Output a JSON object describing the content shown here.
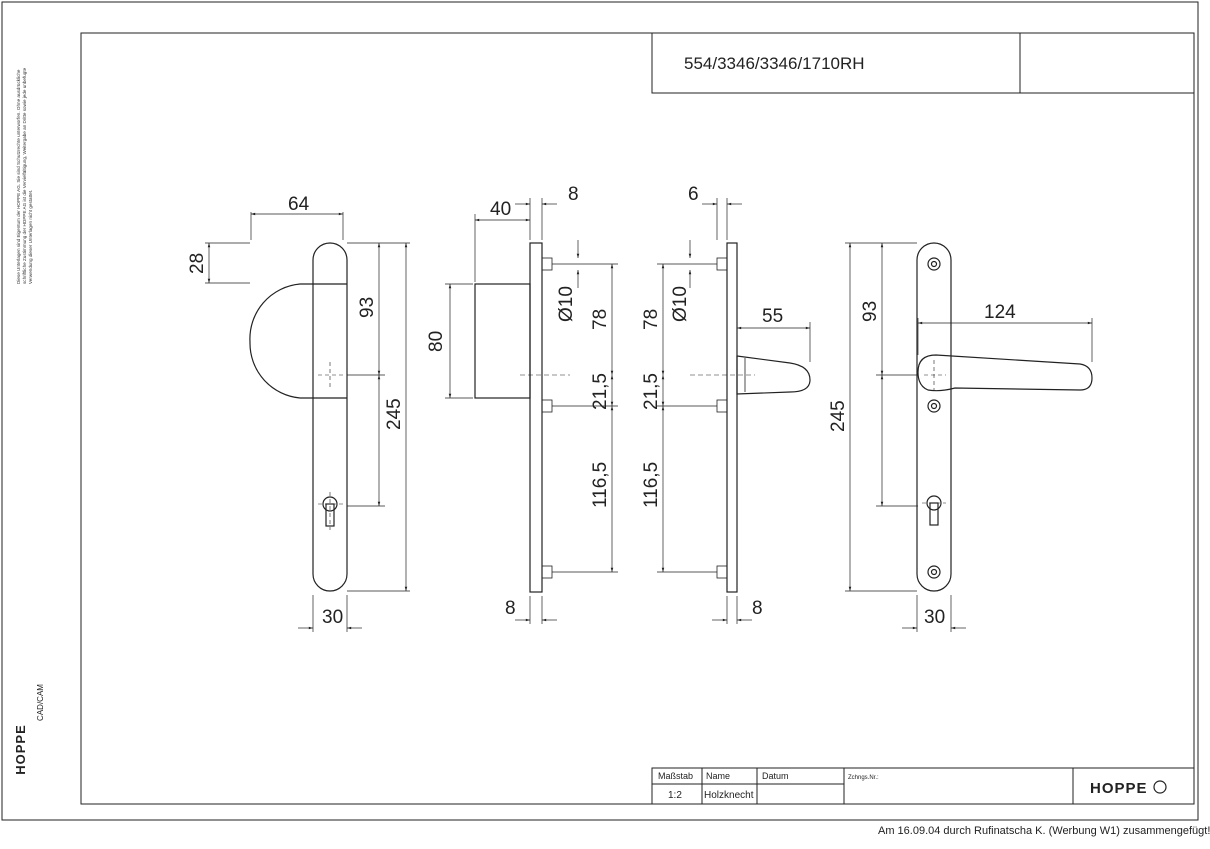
{
  "title_block": {
    "article_number": "554/3346/3346/1710RH",
    "scale_label": "Maßstab",
    "scale_value": "1:2",
    "name_label": "Name",
    "name_value": "Holzknecht",
    "date_label": "Datum",
    "drawing_no_label": "Zchngs.Nr.:",
    "brand": "HOPPE"
  },
  "side": {
    "disclaimer": "Diese Unterlagen sind Eigentum der HOPPE AG. Sie sind Schutzrechte unterworfen. Ohne ausdrückliche schriftliche Zustimmung der HOPPE AG ist die Vervielfältigung, Weitergabe an Dritte sowie jede unbefugte Verwendung dieser Unterlagen nicht gestattet.",
    "brand": "HOPPE",
    "cad": "CAD/CAM"
  },
  "footer_note": "Am 16.09.04 durch Rufinatscha K. (Werbung W1) zusammengefügt!",
  "dimensions": {
    "view1": {
      "width_top": "64",
      "knob_height": "28",
      "upper": "93",
      "total": "245",
      "lower": "30"
    },
    "view2": {
      "depth": "40",
      "plate": "8",
      "height": "80",
      "hole": "Ø10",
      "d78": "78",
      "d215": "21,5",
      "d1165": "116,5",
      "bottom": "8"
    },
    "view3": {
      "plate": "6",
      "hole": "Ø10",
      "d78": "78",
      "d215": "21,5",
      "d1165": "116,5",
      "lever": "55",
      "bottom": "8"
    },
    "view4": {
      "total": "245",
      "upper": "93",
      "lever": "124",
      "width": "30"
    }
  }
}
